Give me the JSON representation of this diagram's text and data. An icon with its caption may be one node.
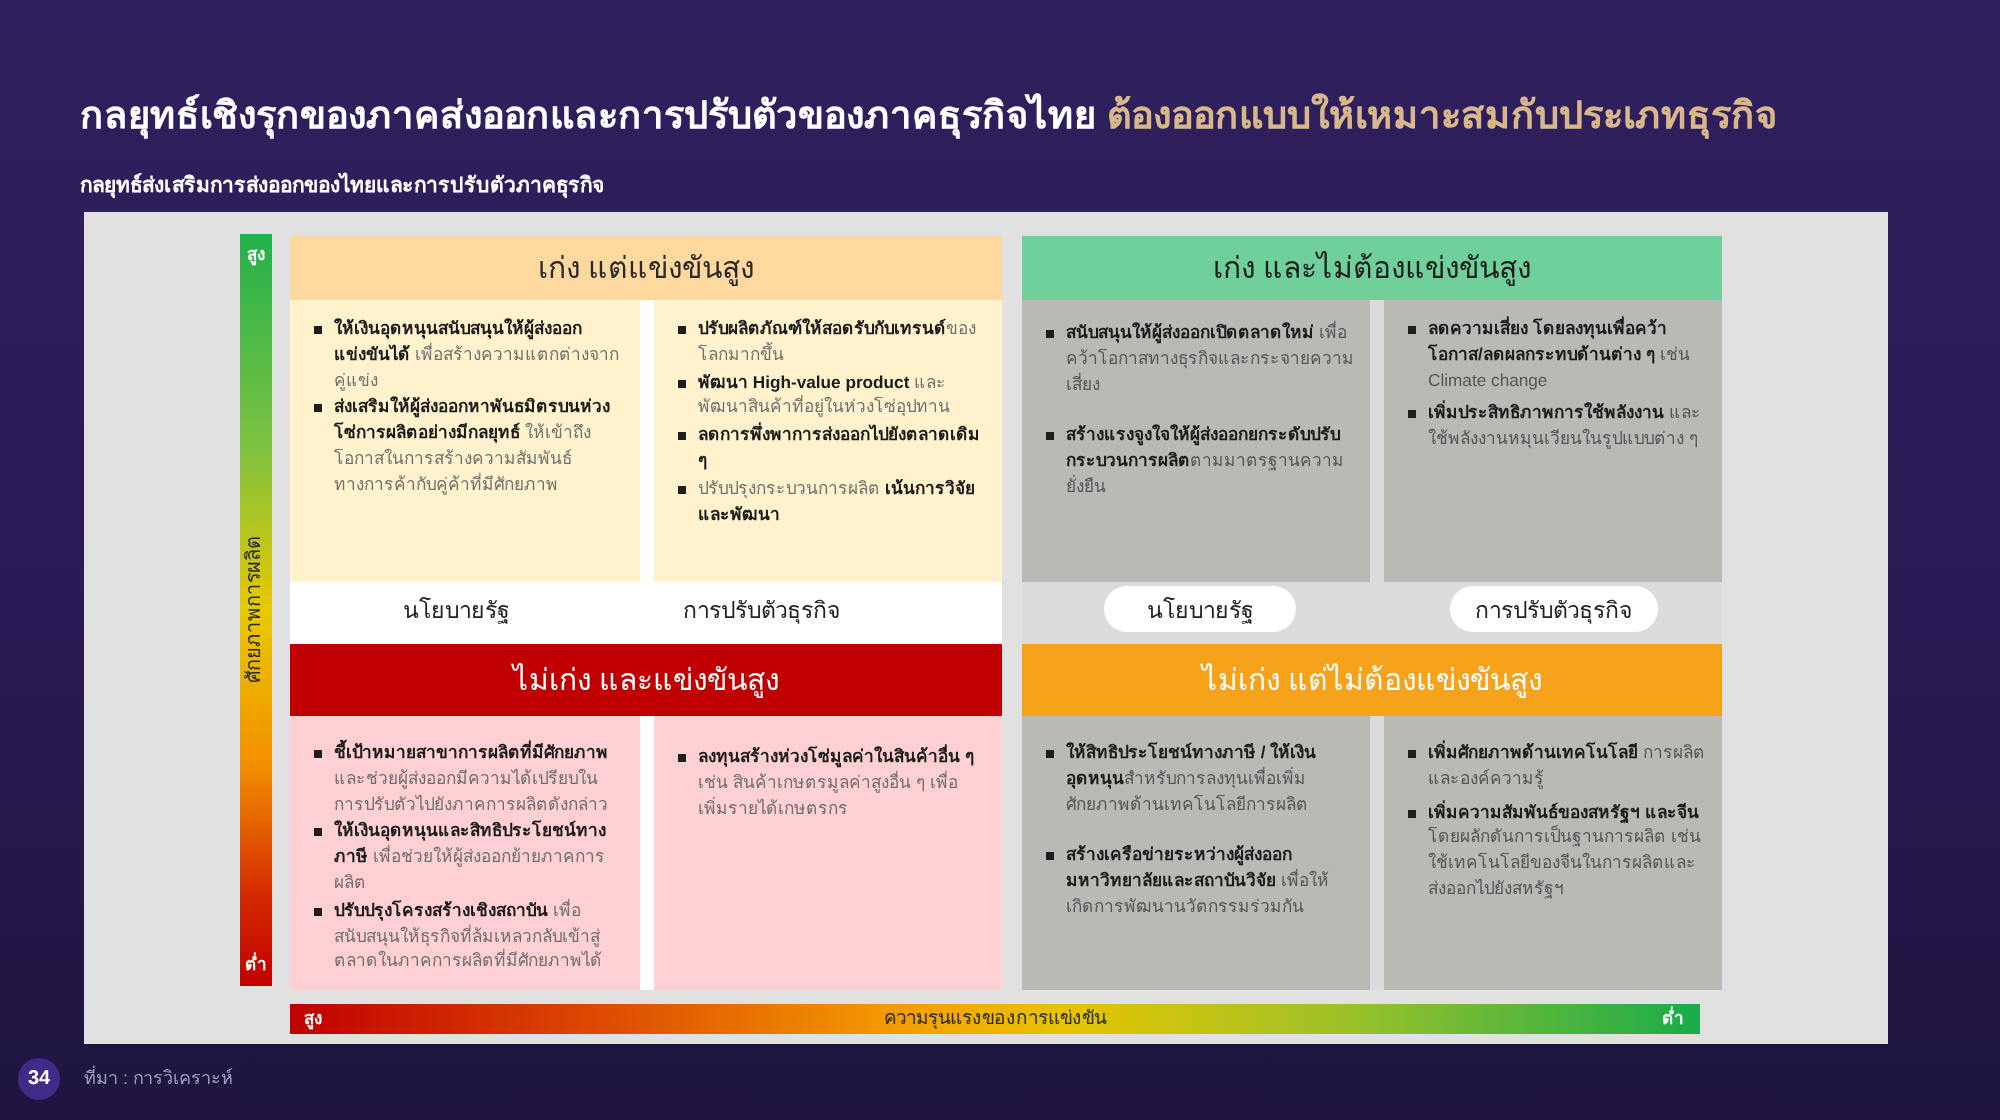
{
  "diagram": {
    "title": "กลยุทธ์เชิงรุกของภาคส่งออกและการปรับตัวของภาคธุรกิจไทย ต้องออกแบบให้เหมาะสมกับประเภทธุรกิจ",
    "nodes": [
      {
        "text": [
          "สูง",
          "ศักยภาพการผลิต",
          "ต่ำ"
        ]
      },
      {
        "text": [
          "เก่ง แต่แข่งขันสูง"
        ]
      },
      {
        "text": [
          "**ให้เงินอุดหนุนสนับสนุนให้ผู้ส่งออกแข่งขันได้** เพื่อสร้างความแตกต่างจากคู่แข่ง",
          "**ส่งเสริมให้ผู้ส่งออกหาพันธมิตรบนห่วงโซ่การผลิตอย่างมีกลยุทธ์** ให้เข้าถึงโอกาสในการสร้างความสัมพันธ์ทางการค้ากับคู่ค้าที่มีศักยภาพ"
        ],
        "in": 1
      },
      {
        "text": [
          "**ปรับผลิตภัณฑ์ให้สอดรับกับเทรนด์**ของโลกมากขึ้น",
          "**พัฒนา High-value product** และพัฒนาสินค้าที่อยู่ในห่วงโซ่อุปทาน",
          "**ลดการพึ่งพาการส่งออกไปยังตลาดเดิม ๆ**",
          "ปรับปรุงกระบวนการผลิต **เน้นการวิจัยและพัฒนา**"
        ],
        "in": 1
      },
      {
        "text": [
          "นโยบายรัฐ"
        ],
        "in": 1
      },
      {
        "text": [
          "การปรับตัวธุรกิจ"
        ],
        "in": 1
      },
      {
        "text": [
          "เก่ง และไม่ต้องแข่งขันสูง"
        ]
      },
      {
        "text": [
          "**สนับสนุนให้ผู้ส่งออกเปิดตลาดใหม่** เพื่อคว้าโอกาสทางธุรกิจและกระจายความเสี่ยง",
          "**สร้างแรงจูงใจให้ผู้ส่งออกยกระดับปรับกระบวนการผลิต**ตามมาตรฐานความยั่งยืน"
        ],
        "in": 6
      },
      {
        "text": [
          "**ลดความเสี่ยง โดยลงทุนเพื่อคว้าโอกาส/ลดผลกระทบด้านต่าง ๆ** เช่น Climate change",
          "**เพิ่มประสิทธิภาพการใช้พลังงาน** และใช้พลังงานหมุนเวียนในรูปแบบต่าง ๆ"
        ],
        "in": 6
      },
      {
        "text": [
          "นโยบายรัฐ"
        ],
        "in": 6
      },
      {
        "text": [
          "การปรับตัวธุรกิจ"
        ],
        "in": 6
      },
      {
        "text": [
          "ไม่เก่ง และแข่งขันสูง"
        ]
      },
      {
        "text": [
          "**ชี้เป้าหมายสาขาการผลิตที่มีศักยภาพ** และช่วยผู้ส่งออกมีความได้เปรียบในการปรับตัวไปยังภาคการผลิตดังกล่าว",
          "**ให้เงินอุดหนุนและสิทธิประโยชน์ทางภาษี** เพื่อช่วยให้ผู้ส่งออกย้ายภาคการผลิต",
          "**ปรับปรุงโครงสร้างเชิงสถาบัน** เพื่อสนับสนุนให้ธุรกิจที่ล้มเหลวกลับเข้าสู่ตลาดในภาคการผลิตที่มีศักยภาพได้"
        ],
        "in": 11
      },
      {
        "text": [
          "**ลงทุนสร้างห่วงโซ่มูลค่าในสินค้าอื่น ๆ** เช่น สินค้าเกษตรมูลค่าสูงอื่น ๆ เพื่อเพิ่มรายได้เกษตรกร"
        ],
        "in": 11
      },
      {
        "text": [
          "ไม่เก่ง แต่ไม่ต้องแข่งขันสูง"
        ]
      },
      {
        "text": [
          "**ให้สิทธิประโยชน์ทางภาษี / ให้เงินอุดหนุน**สำหรับการลงทุนเพื่อเพิ่มศักยภาพด้านเทคโนโลยีการผลิต",
          "**สร้างเครือข่ายระหว่างผู้ส่งออกมหาวิทยาลัยและสถาบันวิจัย** เพื่อให้เกิดการพัฒนานวัตกรรมร่วมกัน"
        ],
        "in": 14
      },
      {
        "text": [
          "**เพิ่มศักยภาพด้านเทคโนโลยี** การผลิตและองค์ความรู้",
          "**เพิ่มความสัมพันธ์ของสหรัฐฯ และจีน** โดยผลักดันการเป็นฐานการผลิต เช่น ใช้เทคโนโลยีของจีนในการผลิตและส่งออกไปยังสหรัฐฯ"
        ],
        "in": 14
      },
      {
        "text": [
          "สูง",
          "ความรุนแรงของการแข่งขัน",
          "ต่ำ"
        ]
      },
      {
        "text": [
          "34"
        ]
      }
    ],
    "labels": [
      "กลยุทธ์ส่งเสริมการส่งออกของไทยและการปรับตัวภาคธุรกิจ",
      "ที่มา : การวิเคราะห์"
    ]
  }
}
